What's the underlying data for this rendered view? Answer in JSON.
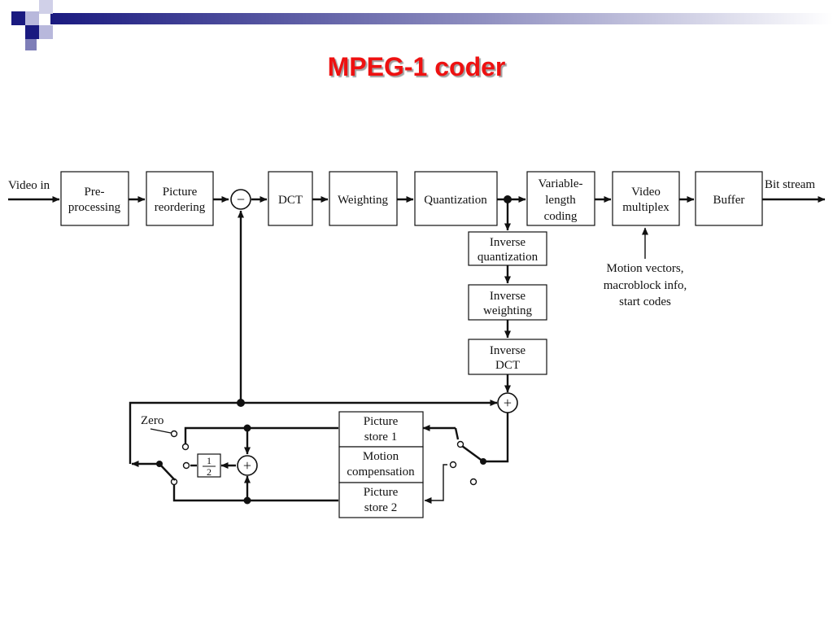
{
  "slide": {
    "title": "MPEG-1 coder",
    "title_color": "#ee1111",
    "accent_color": "#1a1a80"
  },
  "diagram": {
    "input_label": "Video in",
    "output_label": "Bit stream",
    "side_input_label": [
      "Motion vectors,",
      "macroblock info,",
      "start codes"
    ],
    "zero_label": "Zero",
    "half_label": [
      "1",
      "2"
    ],
    "subtract_symbol": "−",
    "add_symbol": "+",
    "blocks": {
      "preprocessing": [
        "Pre-",
        "processing"
      ],
      "reordering": [
        "Picture",
        "reordering"
      ],
      "dct": [
        "DCT"
      ],
      "weighting": [
        "Weighting"
      ],
      "quantization": [
        "Quantization"
      ],
      "vlc": [
        "Variable-",
        "length",
        "coding"
      ],
      "video_mux": [
        "Video",
        "multiplex"
      ],
      "buffer": [
        "Buffer"
      ],
      "inv_quant": [
        "Inverse",
        "quantization"
      ],
      "inv_weight": [
        "Inverse",
        "weighting"
      ],
      "inv_dct": [
        "Inverse",
        "DCT"
      ],
      "store1": [
        "Picture",
        "store 1"
      ],
      "motion_comp": [
        "Motion",
        "compensation"
      ],
      "store2": [
        "Picture",
        "store 2"
      ]
    }
  }
}
